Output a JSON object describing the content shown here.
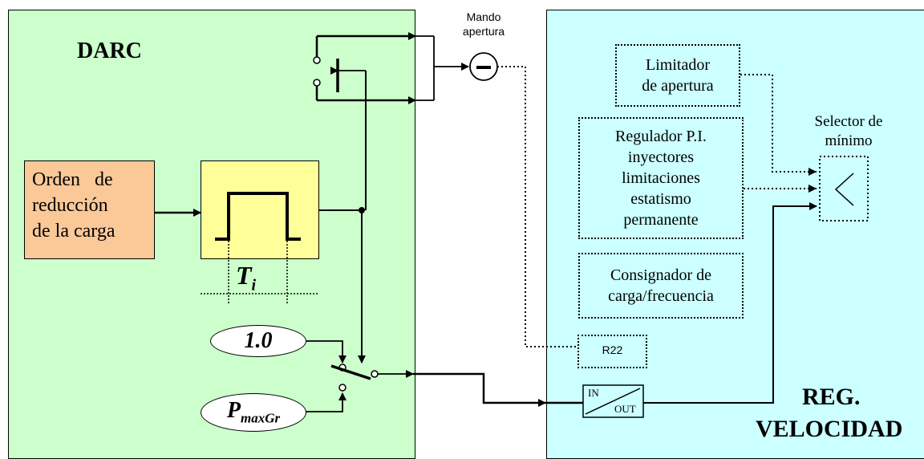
{
  "left_panel": {
    "title": "DARC",
    "fill": "#ccffcc"
  },
  "right_panel": {
    "title_line1": "REG.",
    "title_line2": "VELOCIDAD",
    "fill": "#ccffff"
  },
  "mando": {
    "label_line1": "Mando",
    "label_line2": "apertura"
  },
  "orden": {
    "line1": "Orden   de",
    "line2": "reducción",
    "line3": "de la carga",
    "fill": "#fbc898"
  },
  "pulse_box": {
    "fill": "#ffff99"
  },
  "ti": {
    "main": "T",
    "sub": "i"
  },
  "one": {
    "label": "1.0"
  },
  "pmax": {
    "main": "P",
    "sub": "maxGr"
  },
  "limitador": {
    "text": "Limitador\nde apertura"
  },
  "regulador": {
    "text": "Regulador P.I.\ninyectores\nlimitaciones\nestatismo\npermanente"
  },
  "consignador": {
    "text": "Consignador de\ncarga/frecuencia"
  },
  "r22": {
    "label": "R22"
  },
  "selector": {
    "label_line1": "Selector de",
    "label_line2": "mínimo"
  },
  "in_out": {
    "in": "IN",
    "out": "OUT"
  }
}
